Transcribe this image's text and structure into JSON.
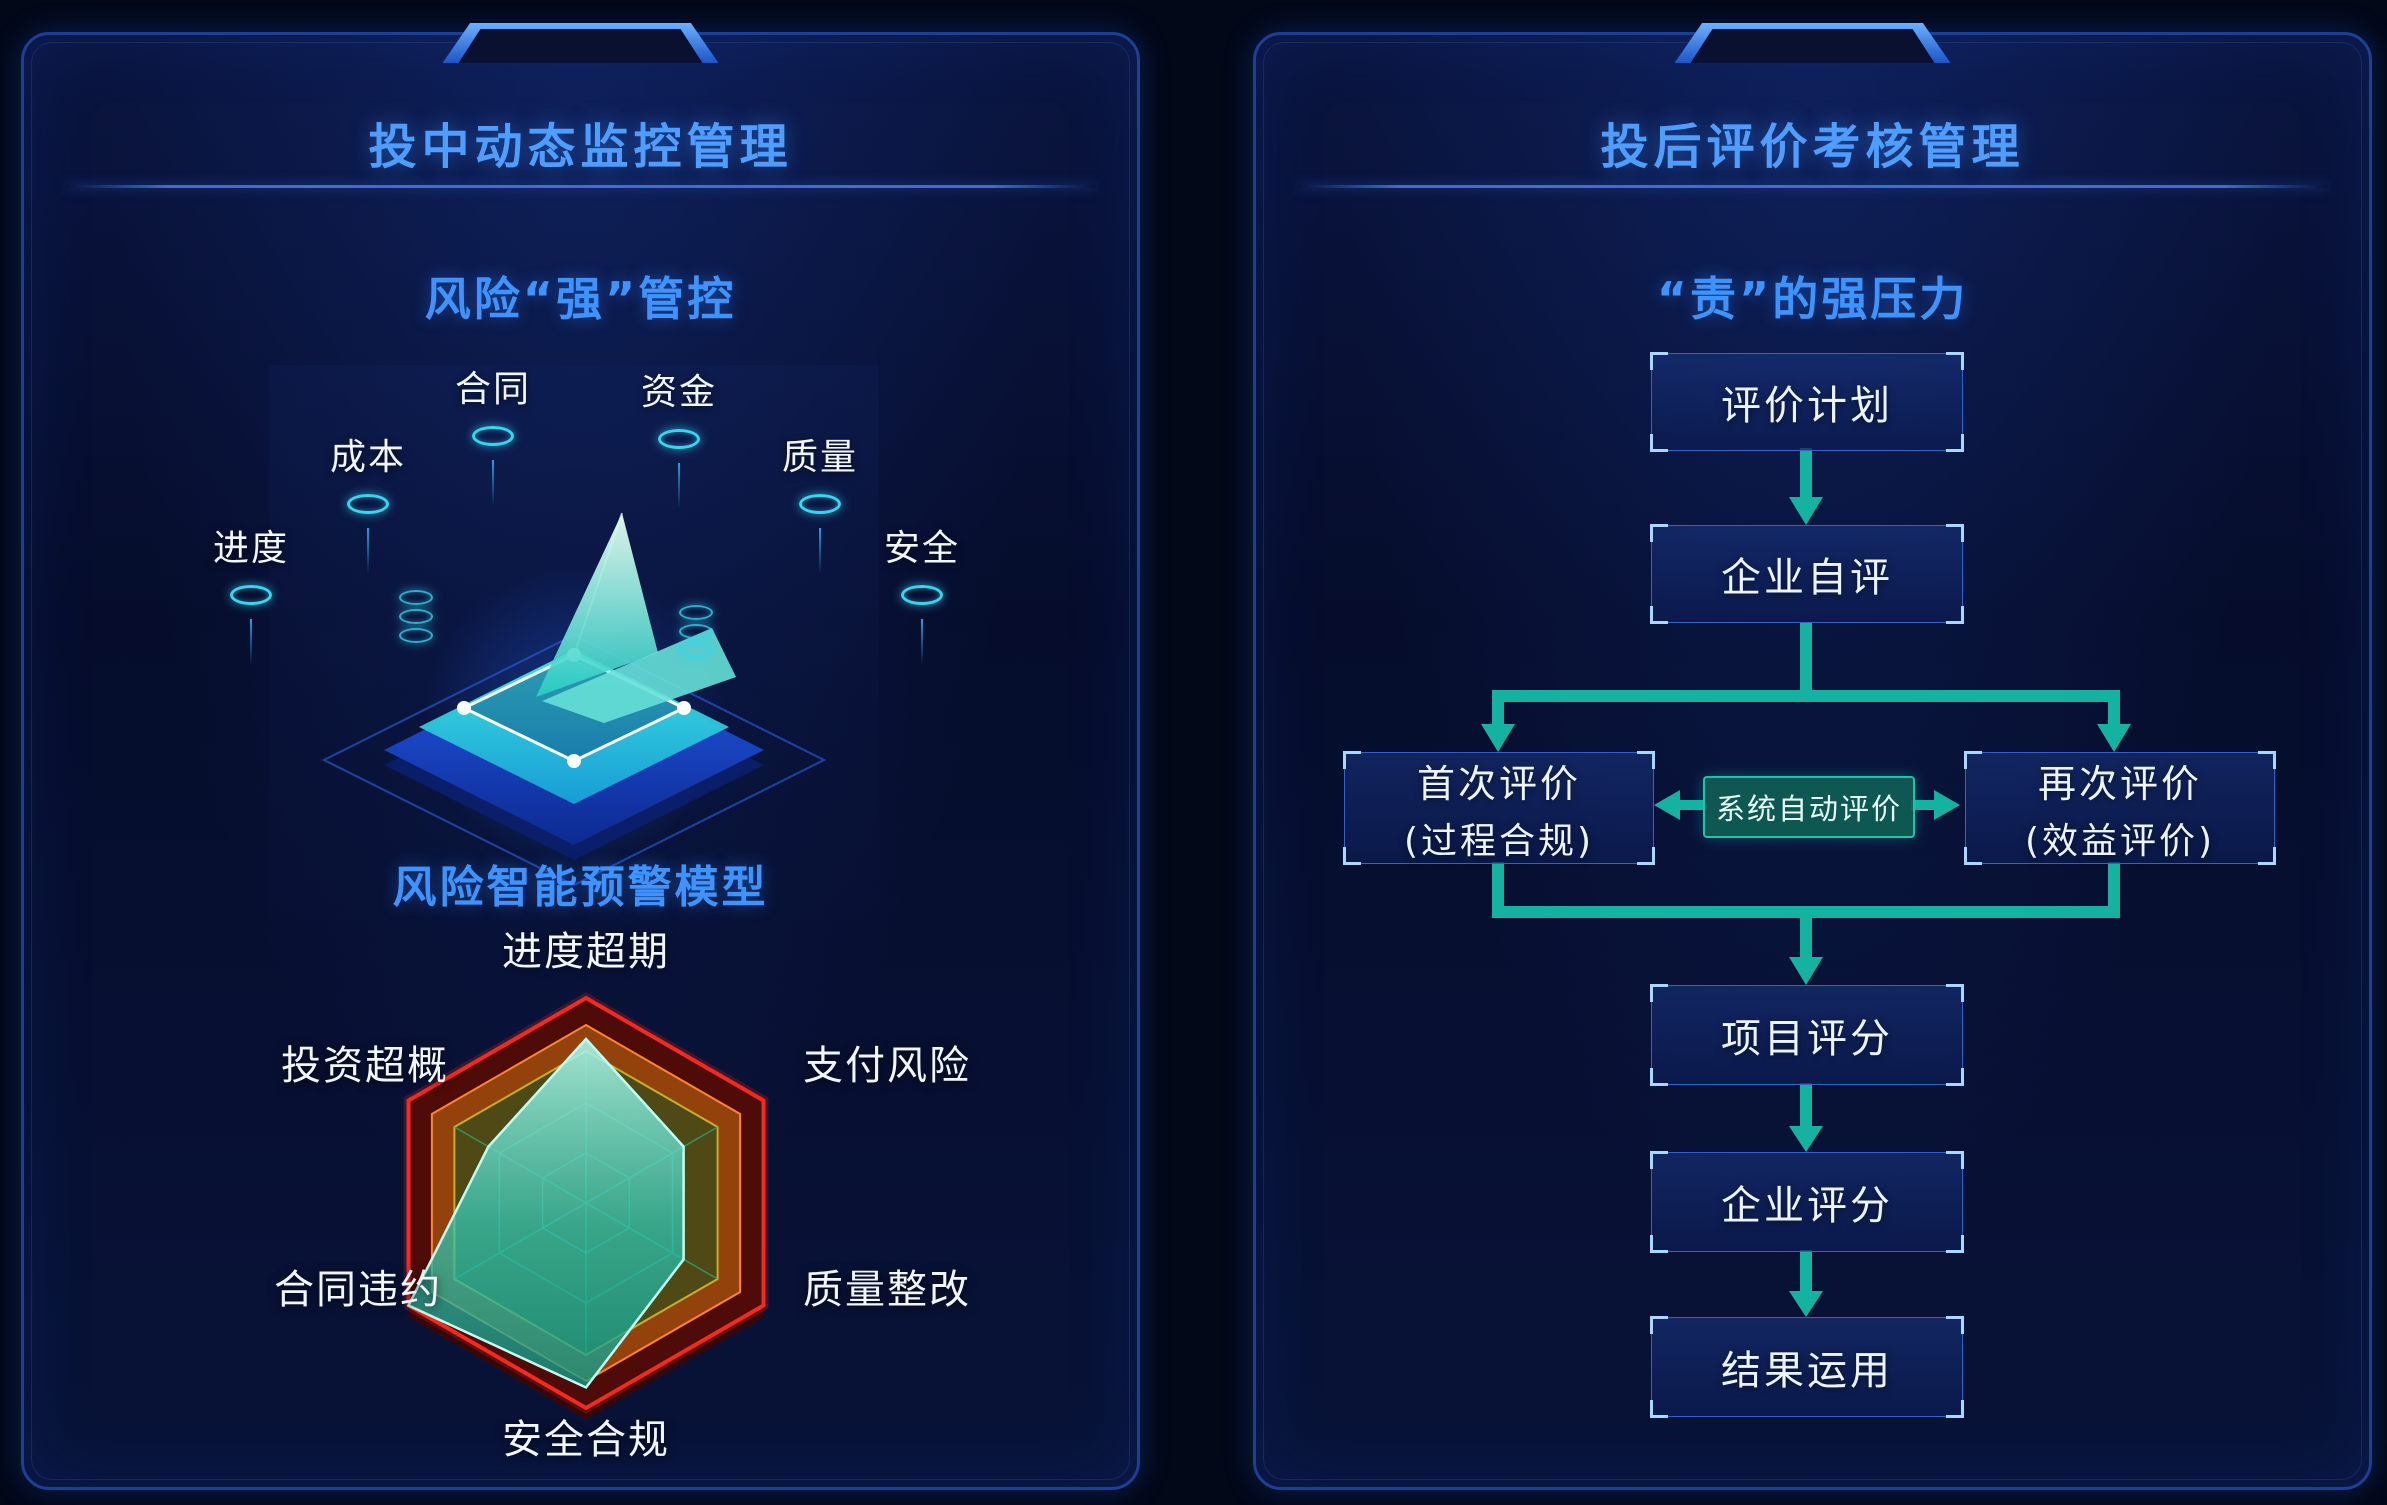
{
  "left_panel": {
    "title": "投中动态监控管理",
    "subtitle": "风险“强”管控",
    "monitor_labels": [
      "合同",
      "资金",
      "成本",
      "质量",
      "进度",
      "安全"
    ],
    "model_title": "风险智能预警模型",
    "radar_chart": {
      "type": "radar",
      "categories": [
        "进度超期",
        "支付风险",
        "质量整改",
        "安全合规",
        "合同违约",
        "投资超概"
      ],
      "values": [
        0.8,
        0.55,
        0.55,
        0.9,
        1.0,
        0.55
      ],
      "max": 1.0,
      "grid": "hexagon",
      "band_colors": [
        "#f32a1d",
        "#ff8432",
        "#c8b42e"
      ],
      "data_color": "#2ec8b4"
    }
  },
  "right_panel": {
    "title": "投后评价考核管理",
    "subtitle": "“责”的强压力",
    "flow": {
      "plan": "评价计划",
      "self_eval": "企业自评",
      "first_eval": {
        "line1": "首次评价",
        "line2": "(过程合规)"
      },
      "auto_eval": "系统自动评价",
      "second_eval": {
        "line1": "再次评价",
        "line2": "(效益评价)"
      },
      "project_score": "项目评分",
      "enterprise_score": "企业评分",
      "result_use": "结果运用"
    }
  },
  "colors": {
    "arrow": "#15b2a2",
    "title_blue": "#4e9dff",
    "panel_border": "#1d3f96"
  }
}
